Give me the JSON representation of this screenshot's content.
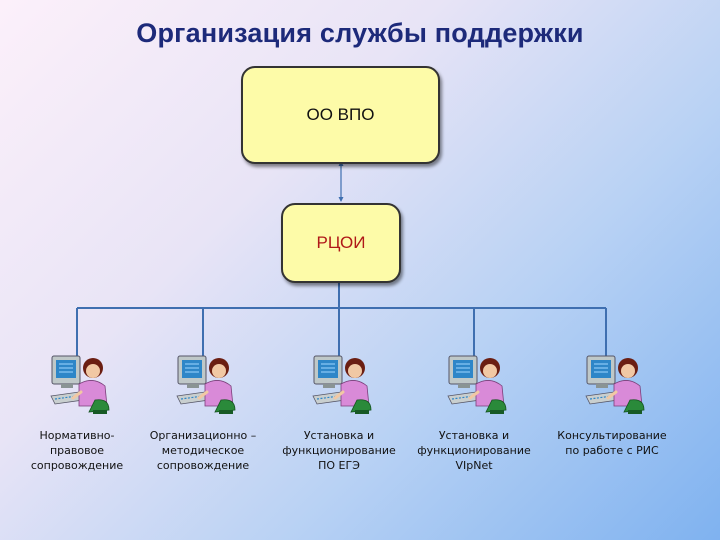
{
  "title": "Организация службы поддержки",
  "top_node": {
    "label": "ОО ВПО"
  },
  "middle_node": {
    "label": "РЦОИ"
  },
  "branches": [
    {
      "lines": [
        "Нормативно-",
        "правовое",
        "сопровождение"
      ]
    },
    {
      "lines": [
        "Организационно –",
        "методическое",
        "сопровождение"
      ]
    },
    {
      "lines": [
        "Установка и",
        "функционирование",
        "ПО ЕГЭ"
      ]
    },
    {
      "lines": [
        "Установка и",
        "функционирование",
        "VIpNet"
      ]
    },
    {
      "lines": [
        "Консультирование",
        "по работе с РИС"
      ]
    }
  ],
  "colors": {
    "title": "#1d2a7a",
    "box_fill": "#fdfba8",
    "middle_label": "#b01818",
    "connector": "#3f6fb0"
  },
  "icons": {
    "worker": "person-at-computer-icon"
  }
}
